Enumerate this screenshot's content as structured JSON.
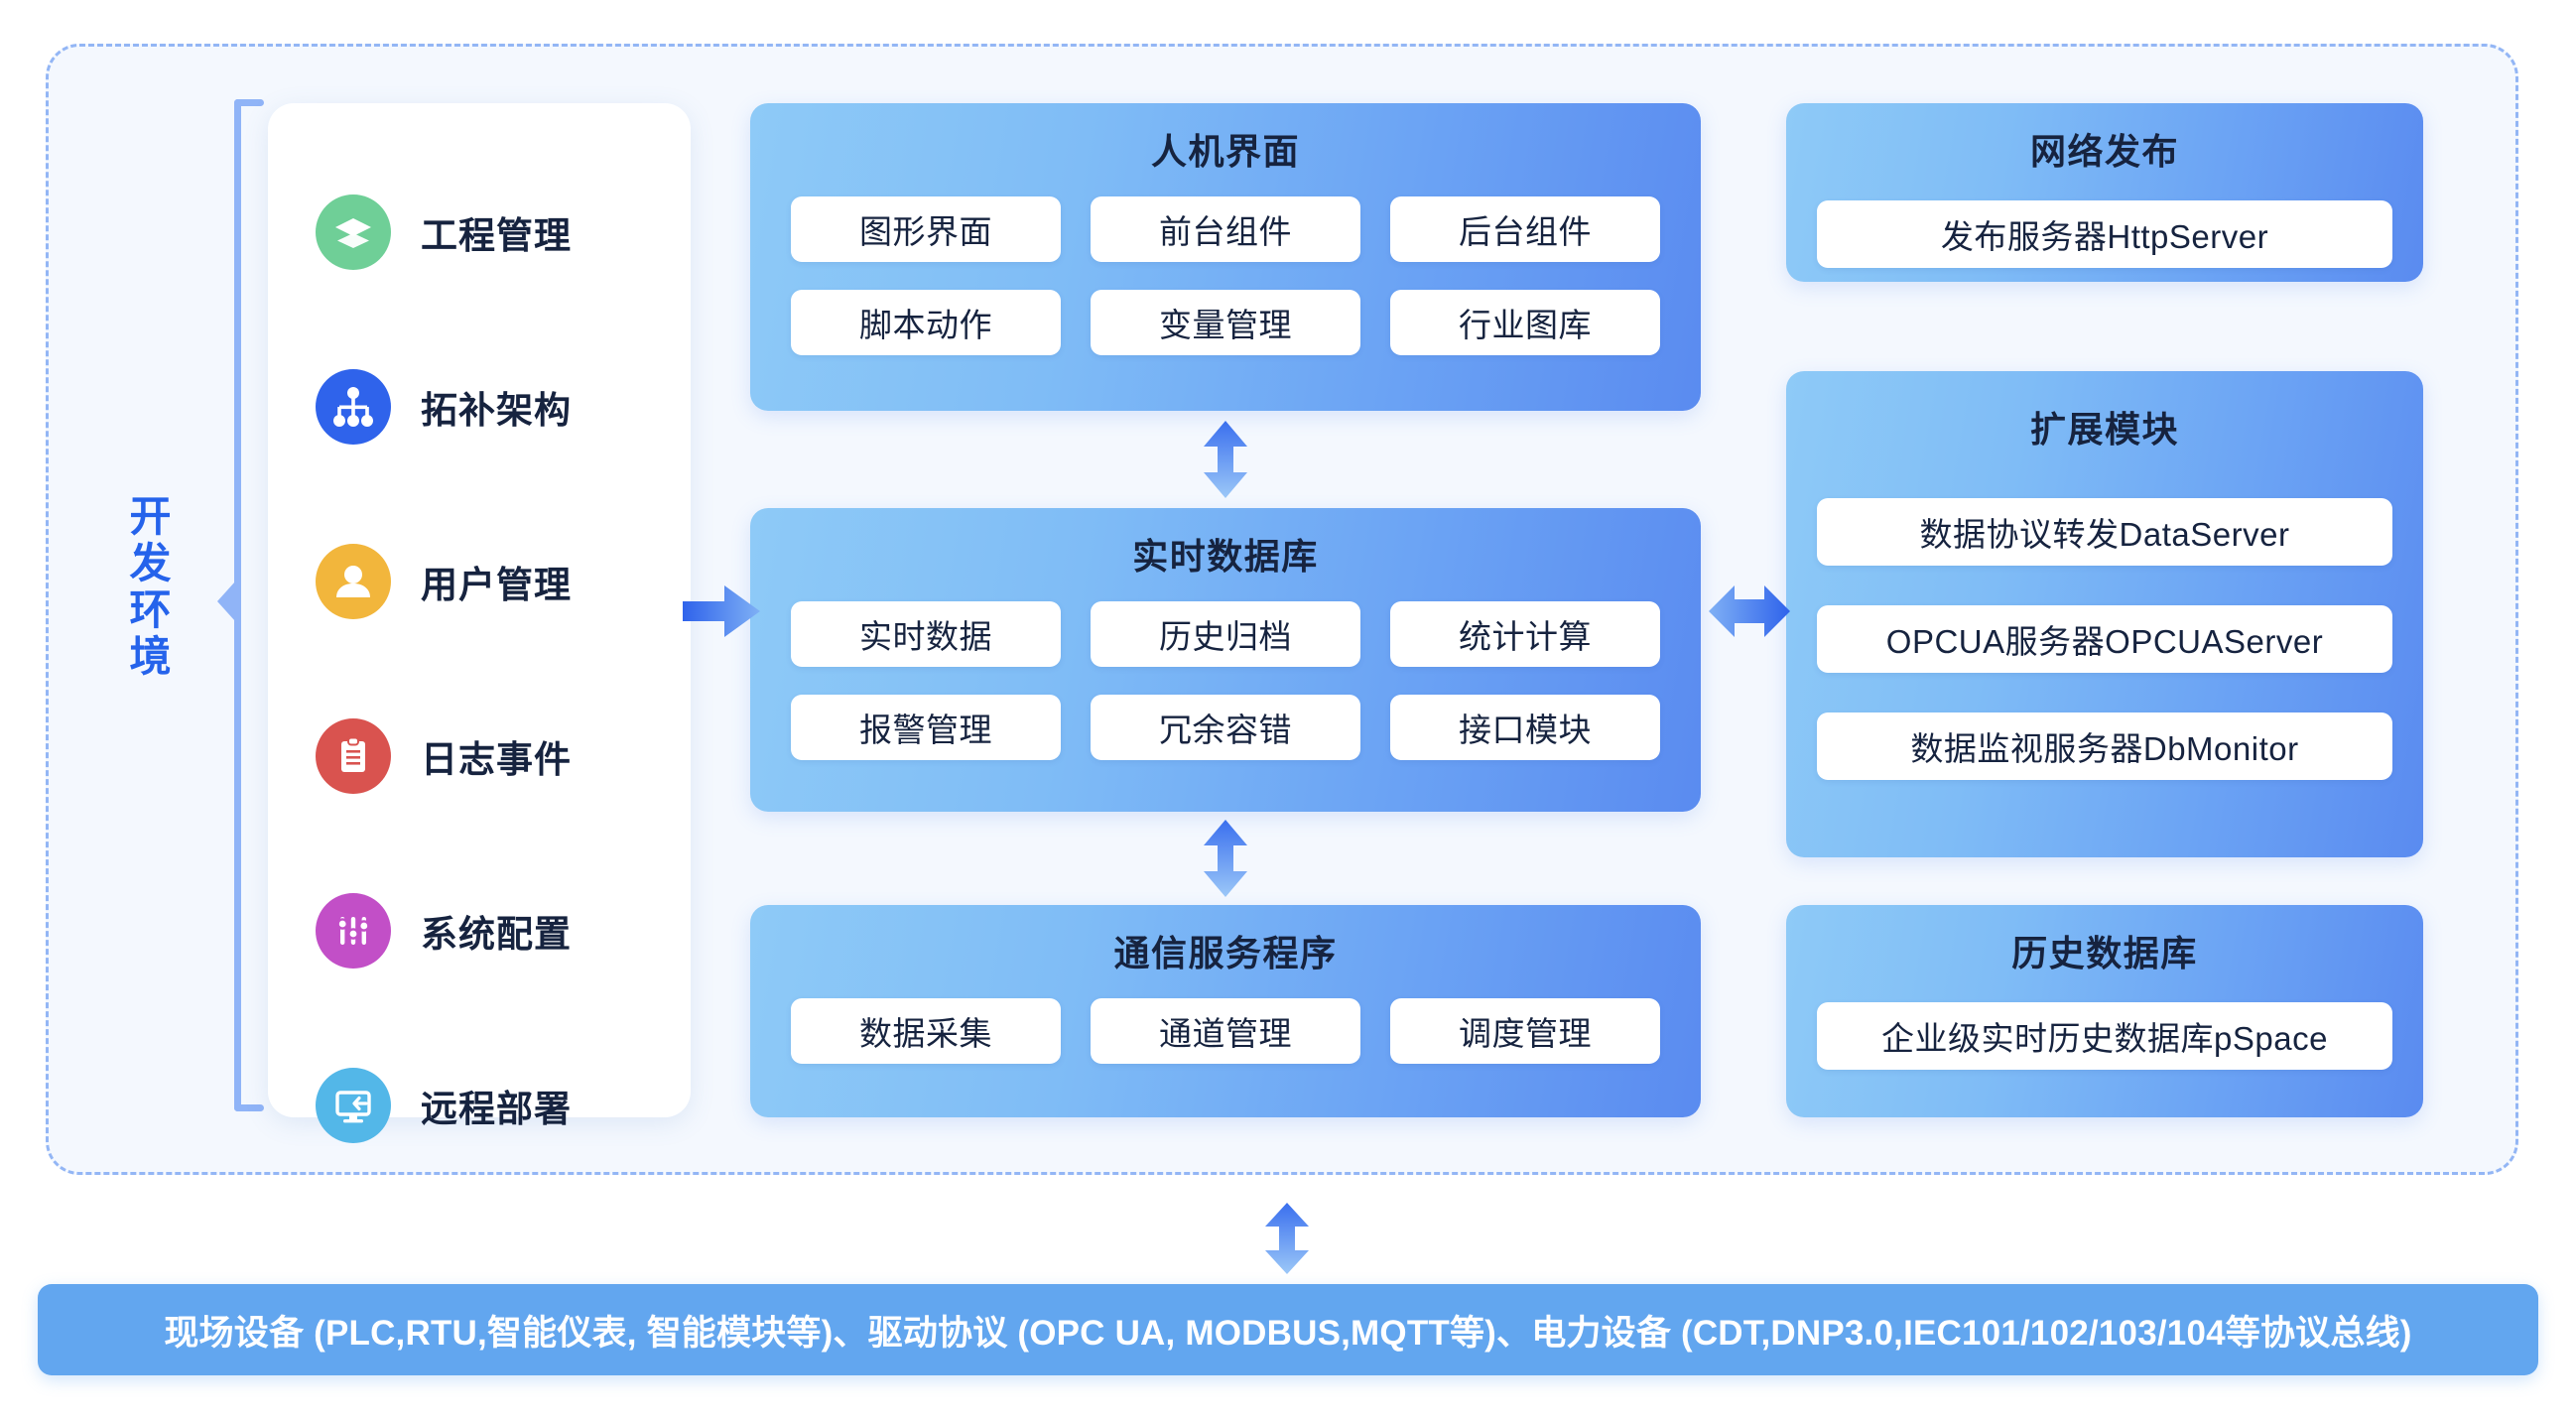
{
  "dev_env_label": "开发环境",
  "sidebar": {
    "items": [
      {
        "label": "工程管理",
        "icon": "layers-icon",
        "color": "#6fcf97"
      },
      {
        "label": "拓补架构",
        "icon": "sitemap-icon",
        "color": "#2f63eb"
      },
      {
        "label": "用户管理",
        "icon": "user-icon",
        "color": "#f2b63c"
      },
      {
        "label": "日志事件",
        "icon": "clipboard-icon",
        "color": "#d9534f"
      },
      {
        "label": "系统配置",
        "icon": "sliders-icon",
        "color": "#c24fc7"
      },
      {
        "label": "远程部署",
        "icon": "remote-screen-icon",
        "color": "#53b7e8"
      }
    ]
  },
  "panels": {
    "hmi": {
      "title": "人机界面",
      "chips": [
        "图形界面",
        "前台组件",
        "后台组件",
        "脚本动作",
        "变量管理",
        "行业图库"
      ]
    },
    "rtdb": {
      "title": "实时数据库",
      "chips": [
        "实时数据",
        "历史归档",
        "统计计算",
        "报警管理",
        "冗余容错",
        "接口模块"
      ]
    },
    "comm": {
      "title": "通信服务程序",
      "chips": [
        "数据采集",
        "通道管理",
        "调度管理"
      ]
    },
    "net": {
      "title": "网络发布",
      "chips": [
        "发布服务器HttpServer"
      ]
    },
    "ext": {
      "title": "扩展模块",
      "chips": [
        "数据协议转发DataServer",
        "OPCUA服务器OPCUAServer",
        "数据监视服务器DbMonitor"
      ]
    },
    "hist": {
      "title": "历史数据库",
      "chips": [
        "企业级实时历史数据库pSpace"
      ]
    }
  },
  "bottom_bar": {
    "text": "现场设备 (PLC,RTU,智能仪表, 智能模块等)、驱动协议 (OPC UA, MODBUS,MQTT等)、电力设备 (CDT,DNP3.0,IEC101/102/103/104等协议总线)"
  },
  "colors": {
    "canvas_bg": "#f4f8fe",
    "dashed_border": "#93b6f5",
    "accent_blue": "#2563eb",
    "panel_gradient_from": "#8ecaf7",
    "panel_gradient_to": "#5a8bf0",
    "bottom_bar_bg": "#62a6ef",
    "chip_bg": "#ffffff",
    "text_dark": "#16233f"
  }
}
